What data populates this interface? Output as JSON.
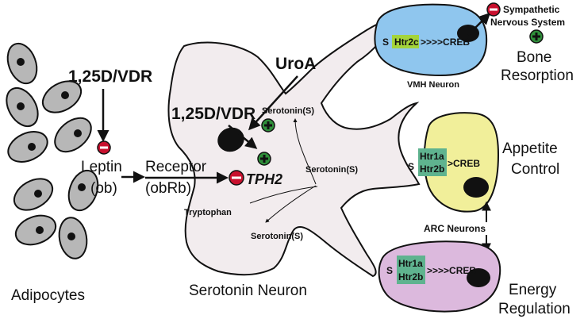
{
  "labels": {
    "adipocytes": "Adipocytes",
    "vdr_top": "1,25D/VDR",
    "leptin": "Leptin",
    "ob": "(ob)",
    "receptor": "Receptor",
    "obrb": "(obRb)",
    "uroa": "UroA",
    "vdr_center": "1,25D/VDR",
    "tph2": "TPH2",
    "tryptophan": "Tryptophan",
    "serotonin_upper": "Serotonin(S)",
    "serotonin_mid": "Serotonin(S)",
    "serotonin_lower": "Serotonin(S)",
    "serotonin_neuron": "Serotonin Neuron",
    "vmh_neuron": "VMH Neuron",
    "vmh_receptor": "Htr2c",
    "vmh_path": ">>>>CREB",
    "s1": "S",
    "s2": "S",
    "s3": "S",
    "sns_line1": "Sympathetic",
    "sns_line2": "Nervous System",
    "bone_line1": "Bone",
    "bone_line2": "Resorption",
    "arc_receptor1": "Htr1a",
    "arc_receptor2": "Htr2b",
    "arc_path": ">CREB",
    "appetite_line1": "Appetite",
    "appetite_line2": "Control",
    "arc_neurons": "ARC Neurons",
    "energy_receptor1": "Htr1a",
    "energy_receptor2": "Htr2b",
    "energy_path": ">>>>CREB",
    "energy_line1": "Energy",
    "energy_line2": "Regulation"
  },
  "colors": {
    "neuron_fill": "#f2ecee",
    "vmh_fill": "#8fc6ee",
    "arc_fill": "#f1ef9a",
    "energy_fill": "#dcb9dd",
    "htr2c_fill": "#a4d43b",
    "htr_fill": "#5fb38f",
    "inhibit": "#c8102e",
    "activate": "#2f8f3a"
  },
  "icons": {
    "inhibit": "minus-circle-icon",
    "activate": "plus-circle-icon"
  }
}
